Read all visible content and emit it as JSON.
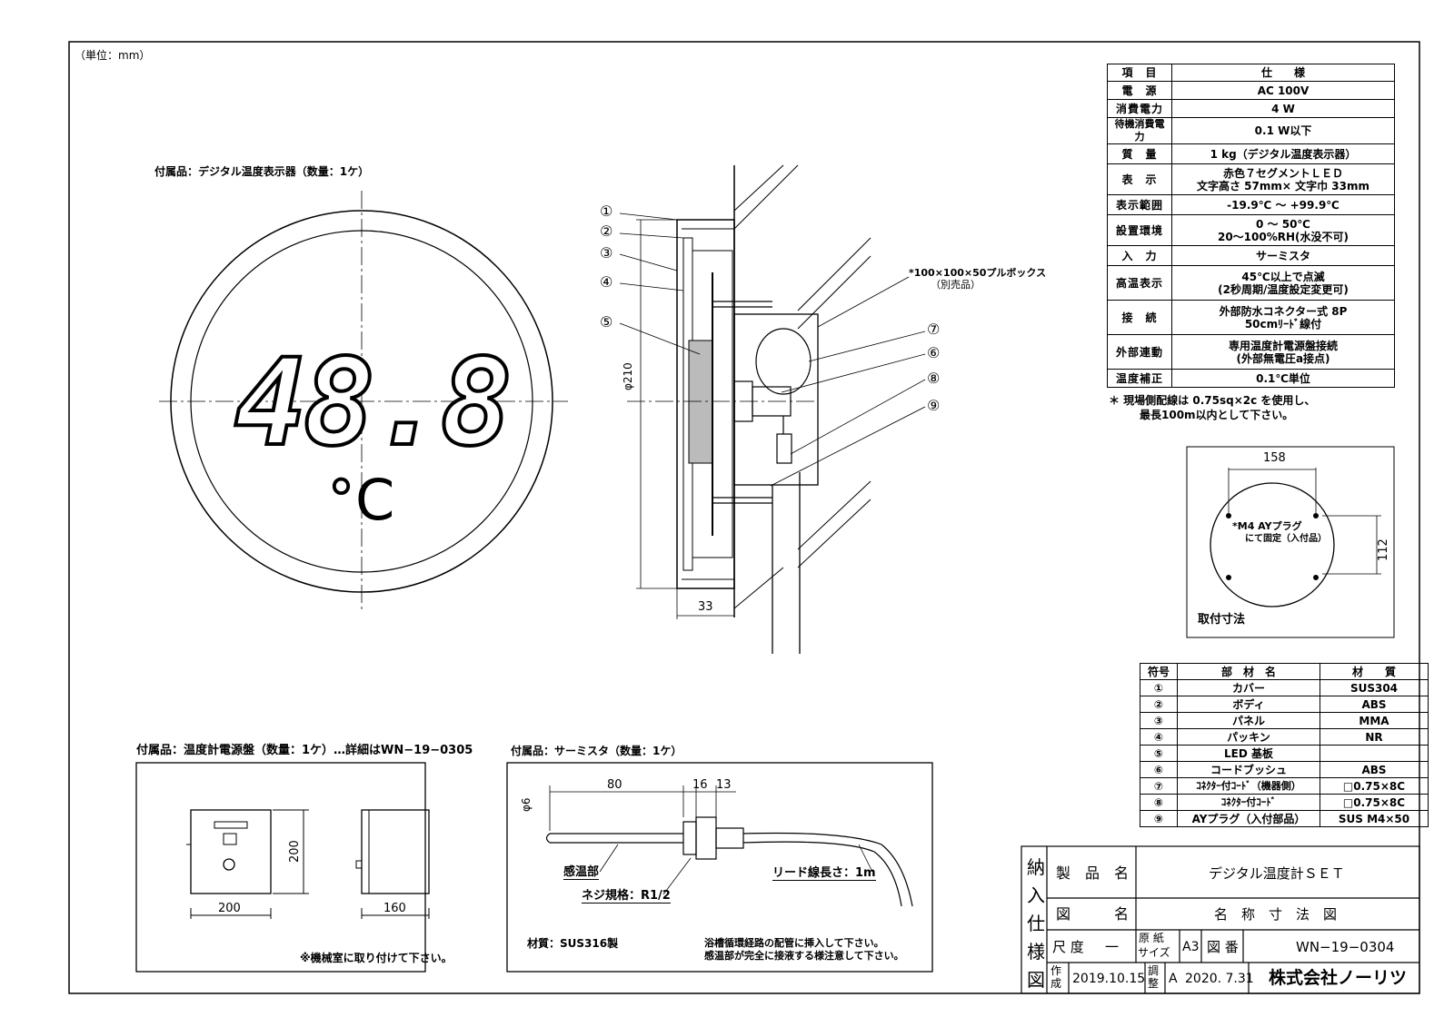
{
  "unit_note": "（単位：mm）",
  "display_section": {
    "label": "付属品：デジタル温度表示器（数量：1ケ）",
    "digits": "48.8",
    "unit_symbol": "°C",
    "dim_diameter": "φ210",
    "dim_depth": "33",
    "pull_box_note": "*100×100×50プルボックス",
    "pull_box_sub": "（別売品）",
    "callouts": [
      "①",
      "②",
      "③",
      "④",
      "⑤",
      "⑥",
      "⑦",
      "⑧",
      "⑨"
    ]
  },
  "spec_table": {
    "header": [
      "項　目",
      "仕　　様"
    ],
    "rows": [
      [
        "電　源",
        "AC 100V"
      ],
      [
        "消費電力",
        "4 W"
      ],
      [
        "待機消費電力",
        "0.1 W以下"
      ],
      [
        "質　量",
        "1 kg（デジタル温度表示器）"
      ],
      [
        "表　示",
        "赤色７セグメントＬＥＤ\n文字高さ 57mm× 文字巾 33mm"
      ],
      [
        "表示範囲",
        "-19.9℃ ～ +99.9℃"
      ],
      [
        "設置環境",
        "0 ～ 50℃\n20～100%RH(水没不可)"
      ],
      [
        "入　力",
        "サーミスタ"
      ],
      [
        "高温表示",
        "45℃以上で点滅\n(2秒周期/温度設定変更可)"
      ],
      [
        "接　続",
        "外部防水コネクター式 8P\n50cmﾘｰﾄﾞ線付"
      ],
      [
        "外部連動",
        "専用温度計電源盤接続\n(外部無電圧a接点)"
      ],
      [
        "温度補正",
        "0.1℃単位"
      ]
    ],
    "note_line1": "＊ 現場側配線は 0.75sq×2c を使用し、",
    "note_line2": "最長100m以内として下さい。"
  },
  "mount_section": {
    "dim_width": "158",
    "dim_height": "112",
    "screw_note1": "*M4 AYプラグ",
    "screw_note2": "にて固定（入付品）",
    "label": "取付寸法"
  },
  "parts_table": {
    "header": [
      "符号",
      "部　材　名",
      "材　　質"
    ],
    "rows": [
      [
        "①",
        "カバー",
        "SUS304"
      ],
      [
        "②",
        "ボディ",
        "ABS"
      ],
      [
        "③",
        "パネル",
        "MMA"
      ],
      [
        "④",
        "パッキン",
        "NR"
      ],
      [
        "⑤",
        "LED 基板",
        ""
      ],
      [
        "⑥",
        "コードブッシュ",
        "ABS"
      ],
      [
        "⑦",
        "ｺﾈｸﾀｰ付ｺｰﾄﾞ（機器側）",
        "□0.75×8C"
      ],
      [
        "⑧",
        "ｺﾈｸﾀｰ付ｺｰﾄﾞ",
        "□0.75×8C"
      ],
      [
        "⑨",
        "AYプラグ（入付部品）",
        "SUS M4×50"
      ]
    ]
  },
  "power_box_section": {
    "label": "付属品：温度計電源盤（数量：1ケ）…詳細はWN−19−0305",
    "dim_width": "200",
    "dim_height": "200",
    "dim_depth": "160",
    "note": "※機械室に取り付けて下さい。"
  },
  "thermistor_section": {
    "label": "付属品：サーミスタ（数量：1ケ）",
    "dim_dia": "φ6",
    "dim_80": "80",
    "dim_16": "16",
    "dim_13": "13",
    "sensor_label": "感温部",
    "thread_label": "ネジ規格：R1/2",
    "lead_label": "リード線長さ：1m",
    "material": "材質：SUS316製",
    "note1": "浴槽循環経路の配管に挿入して下さい。",
    "note2": "感温部が完全に接液する様注意して下さい。"
  },
  "title_block": {
    "vertical_label": [
      "納",
      "入",
      "仕",
      "様",
      "図"
    ],
    "product_label": "製　品　名",
    "product_value": "デジタル温度計ＳＥＴ",
    "drawing_label": "図　　　名",
    "drawing_value": "名　称　寸　法　図",
    "scale_label": "尺 度",
    "scale_value": "一",
    "paper_label1": "原 紙",
    "paper_label2": "サイズ",
    "paper_value": "A3",
    "number_label": "図 番",
    "number_value": "WN−19−0304",
    "created_label": "作成",
    "created_value": "2019.10.15",
    "revised_label": "調整",
    "revised_mark": "A",
    "revised_value": "2020. 7.31",
    "company": "株式会社ノーリツ"
  }
}
